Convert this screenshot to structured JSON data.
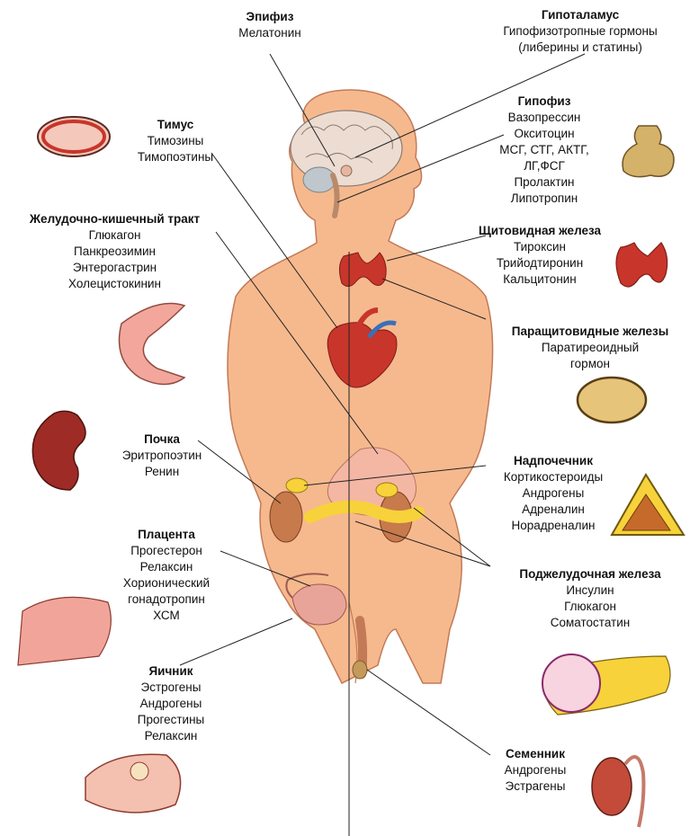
{
  "labels": {
    "epiphysis": {
      "title": "Эпифиз",
      "hormones": [
        "Мелатонин"
      ]
    },
    "hypothalamus": {
      "title": "Гипоталамус",
      "hormones": [
        "Гипофизотропные гормоны",
        "(либерины и статины)"
      ]
    },
    "thymus": {
      "title": "Тимус",
      "hormones": [
        "Тимозины",
        "Тимопоэтины"
      ]
    },
    "pituitary": {
      "title": "Гипофиз",
      "hormones": [
        "Вазопрессин",
        "Окситоцин",
        "МСГ, СТГ, АКТГ,",
        "ЛГ,ФСГ",
        "Пролактин",
        "Липотропин"
      ]
    },
    "gi_tract": {
      "title": "Желудочно-кишечный тракт",
      "hormones": [
        "Глюкагон",
        "Панкреозимин",
        "Энтерогастрин",
        "Холецистокинин"
      ]
    },
    "thyroid": {
      "title": "Щитовидная железа",
      "hormones": [
        "Тироксин",
        "Трийодтиронин",
        "Кальцитонин"
      ]
    },
    "parathyroid": {
      "title": "Паращитовидные железы",
      "hormones": [
        "Паратиреоидный",
        "гормон"
      ]
    },
    "kidney": {
      "title": "Почка",
      "hormones": [
        "Эритропоэтин",
        "Ренин"
      ]
    },
    "adrenal": {
      "title": "Надпочечник",
      "hormones": [
        "Кортикостероиды",
        "Андрогены",
        "Адреналин",
        "Норадреналин"
      ]
    },
    "placenta": {
      "title": "Плацента",
      "hormones": [
        "Прогестерон",
        "Релаксин",
        "Хорионический",
        "гонадотропин",
        "ХСМ"
      ]
    },
    "pancreas": {
      "title": "Поджелудочная железа",
      "hormones": [
        "Инсулин",
        "Глюкагон",
        "Соматостатин"
      ]
    },
    "ovary": {
      "title": "Яичник",
      "hormones": [
        "Эстрогены",
        "Андрогены",
        "Прогестины",
        "Релаксин"
      ]
    },
    "testis": {
      "title": "Семенник",
      "hormones": [
        "Андрогены",
        "Эстрагены"
      ]
    }
  },
  "colors": {
    "skin": "#f6b98e",
    "skin_shadow": "#e89a6f",
    "brain": "#e7d7cc",
    "organ_red": "#c8352b",
    "organ_yellow": "#f7d23a",
    "organ_pink": "#f2a6a0",
    "line": "#222222"
  }
}
